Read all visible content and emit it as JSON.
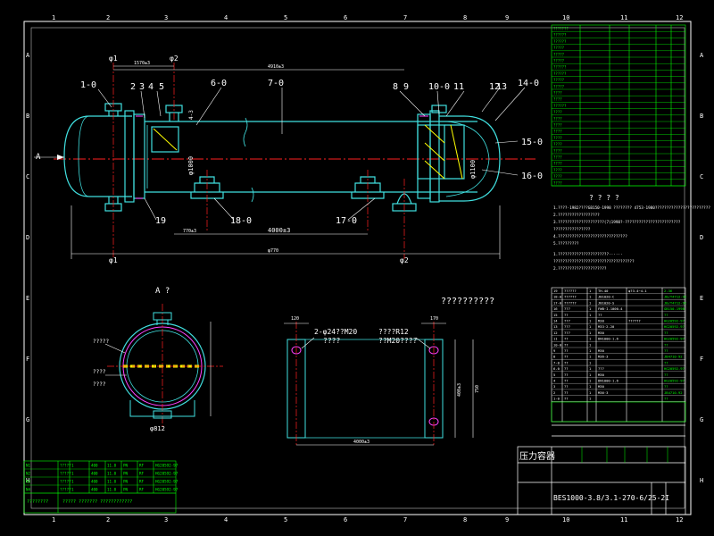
{
  "colors": {
    "background": "#000000",
    "border": "#ffffff",
    "body": "#40e0e0",
    "centerline": "#ff2020",
    "text": "#ffffff",
    "table": "#00ff00",
    "yellow": "#ffff00",
    "magenta": "#ff40ff"
  },
  "grid": {
    "columns": [
      "1",
      "2",
      "3",
      "4",
      "5",
      "6",
      "7",
      "8",
      "9",
      "10",
      "11",
      "12"
    ],
    "rows": [
      "A",
      "B",
      "C",
      "D",
      "E",
      "F",
      "G",
      "H"
    ]
  },
  "main_view": {
    "part_labels": [
      "1-0",
      "2",
      "3",
      "4",
      "5",
      "6-0",
      "7-0",
      "8",
      "9",
      "10-0",
      "11",
      "12",
      "13",
      "14-0",
      "15-0",
      "16-0",
      "17-0",
      "18-0",
      "19"
    ],
    "view_arrow": "A",
    "nozzle_labels": [
      "φ1",
      "φ2"
    ],
    "dims": {
      "span_support": "4000±3",
      "left_offset": "770±3",
      "overall_top": "4910±3",
      "top_left": "1570±3",
      "overall_bottom": "φ770",
      "nozzle_dia": "φ1000",
      "dia_right": "φ1100",
      "flange": "4-3"
    }
  },
  "section_view": {
    "title": "A ?",
    "labels": [
      "?????",
      "????",
      "????"
    ],
    "dim": "φ812"
  },
  "saddle_view": {
    "title": "??????????",
    "note_left": "2-φ24??M20",
    "note_left_sub": "????",
    "note_right": "????R12",
    "note_right_sub": "??M20????",
    "dims": {
      "top_left": "120",
      "top_right": "170",
      "width": "4000±3",
      "height": "750",
      "right_h": "400±3"
    }
  },
  "notes": {
    "heading": "? ? ? ?",
    "lines": [
      "1.????·1982????GB150·1998 ????????  4753·1980????????????????????????",
      "2.??????????????????",
      "3.????????????????????(7)1998?·????????????????????????",
      "  ????????????????",
      "4.??????????????????????????????",
      "5.?????????"
    ],
    "lines2": [
      "1.??????????????????????······",
      "  ???????????????????????????????????",
      "2.?????????????????????"
    ]
  },
  "pressure_label": "压力容器",
  "drawing_no": "BES1000-3.8/3.1-270-6/25-2I",
  "tech_table_rows": [
    "???????",
    "??????",
    "??????",
    "?????",
    "?????",
    "?????",
    "??????",
    "??????",
    "?????",
    "?????",
    "????",
    "????",
    "??????",
    "????",
    "????",
    "????",
    "????",
    "????",
    "????",
    "????",
    "????",
    "????",
    "????",
    "????",
    "????"
  ],
  "parts_table_rows": [
    [
      "19",
      "??????",
      "1",
      "TH-40",
      "φ?3-4~4-1",
      "2.36"
    ],
    [
      "18-0",
      "??????",
      "1",
      "JB1020-C",
      "",
      "JB/T4712-92"
    ],
    [
      "17-0",
      "??????",
      "1",
      "JB1020-S",
      "",
      "JB/T4712-92"
    ],
    [
      "16",
      "???",
      "1",
      "FWB·I-1000-4",
      "",
      "GB150-1998"
    ],
    [
      "15",
      "??",
      "1",
      "??",
      "",
      "??"
    ],
    [
      "14",
      "???",
      "1",
      "M30",
      "??????",
      "HG20592-97"
    ],
    [
      "13",
      "???",
      "1",
      "M33·2-20",
      "",
      "HG20592-97"
    ],
    [
      "12",
      "???",
      "1",
      "M30",
      "",
      "??"
    ],
    [
      "11",
      "??",
      "1",
      "DN1000·1.6",
      "",
      "HG20592-97"
    ],
    [
      "10-0",
      "??",
      "1",
      "",
      "",
      "??"
    ],
    [
      "9",
      "??",
      "1",
      "M30",
      "",
      "??"
    ],
    [
      "8",
      "??",
      "1",
      "M36·3",
      "",
      "JB4710-92"
    ],
    [
      "7-0",
      "??",
      "1",
      "",
      "",
      "??"
    ],
    [
      "6-0",
      "??",
      "1",
      "???",
      "",
      "HG20592-97"
    ],
    [
      "5",
      "??",
      "1",
      "M30",
      "",
      "??"
    ],
    [
      "4",
      "??",
      "1",
      "DN1000·1.6",
      "",
      "HG20592-97"
    ],
    [
      "3",
      "??",
      "1",
      "M30",
      "",
      "??"
    ],
    [
      "2",
      "??",
      "1",
      "M36·3",
      "",
      "JB4710-92"
    ],
    [
      "1-0",
      "??",
      "1",
      "",
      "",
      "??"
    ]
  ],
  "nozzle_table_rows": [
    [
      "N1",
      "?????",
      "1",
      "400",
      "11.0",
      "PN",
      "RF",
      "HG20592-97"
    ],
    [
      "N2",
      "?????",
      "1",
      "400",
      "11.0",
      "PN",
      "RF",
      "HG20592-97"
    ],
    [
      "N3",
      "?????",
      "1",
      "400",
      "11.0",
      "PN",
      "RF",
      "HG20592-97"
    ],
    [
      "N4",
      "?????",
      "1",
      "400",
      "11.0",
      "PN",
      "RF",
      "HG20592-97"
    ]
  ],
  "bottom_left_block": {
    "title": "????????",
    "text": "????? ??????? ????????????"
  }
}
